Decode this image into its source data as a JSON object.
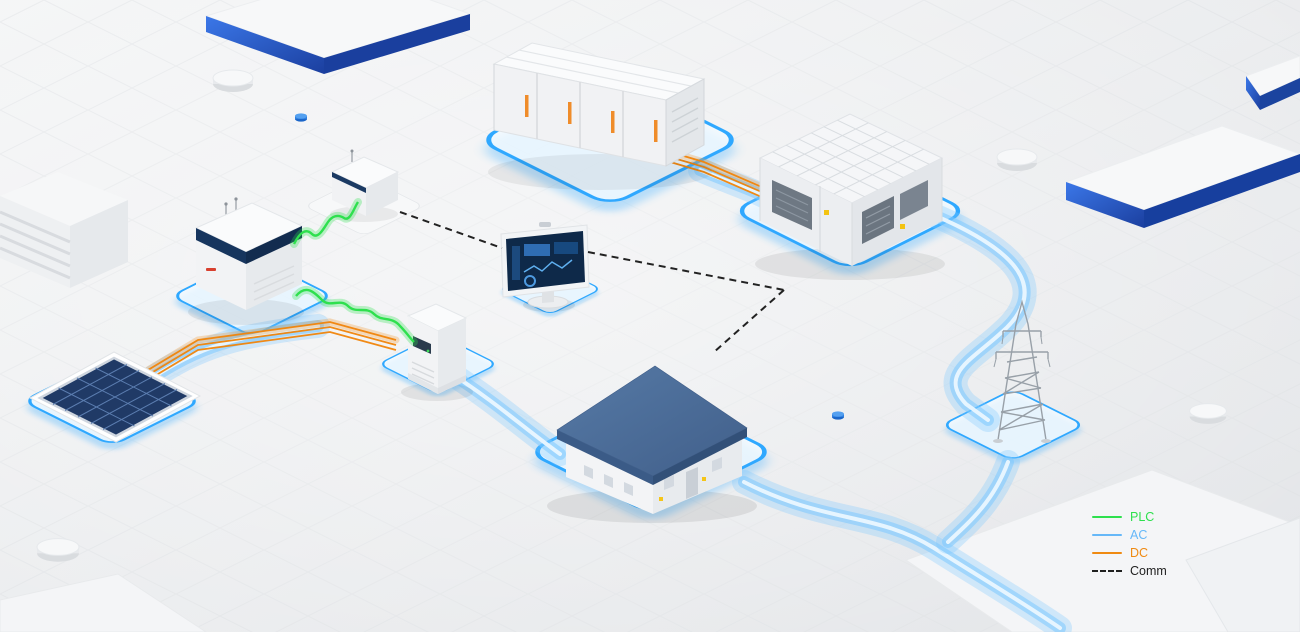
{
  "legend": {
    "items": [
      {
        "label": "PLC",
        "color": "#2ee04e",
        "dash": "solid"
      },
      {
        "label": "AC",
        "color": "#66b8f8",
        "dash": "solid"
      },
      {
        "label": "DC",
        "color": "#ef8a12",
        "dash": "solid"
      },
      {
        "label": "Comm",
        "color": "#1f1f1f",
        "dash": "dashed"
      }
    ]
  },
  "colors": {
    "plc": "#2ee04e",
    "ac": "#7cc8ff",
    "ac_core": "#eaf7ff",
    "dc": "#f0840a",
    "comm": "#222222",
    "platform": "#2fa8ff",
    "roof": "#4a6da3",
    "handle_orange": "#ef8c2a",
    "edge_blue": "#1d4ed8",
    "floor": "#eceef0"
  },
  "scene": {
    "components": [
      "solar-array-icon",
      "string-inverter-icon",
      "communication-box-icon",
      "metering-cabinet-icon",
      "monitoring-workstation-icon",
      "battery-energy-storage-container-icon",
      "pcs-transformer-station-icon",
      "building-load-icon",
      "transmission-tower-icon"
    ]
  }
}
